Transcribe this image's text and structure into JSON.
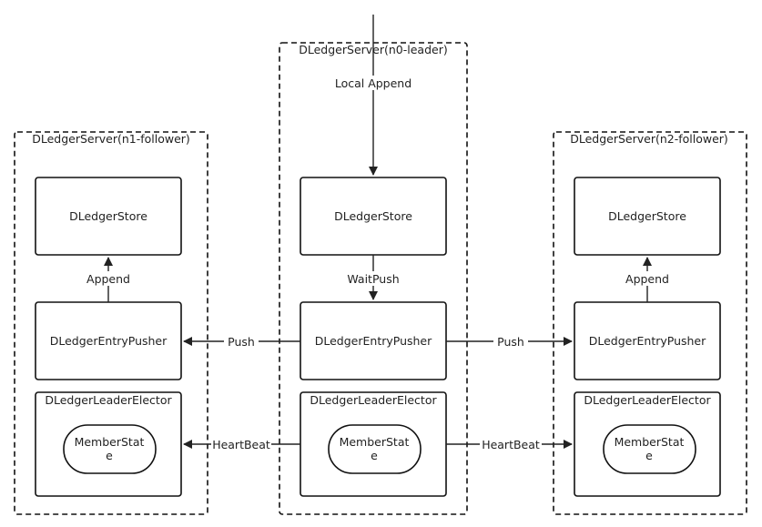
{
  "servers": {
    "n1": {
      "title": "DLedgerServer(n1-follower)",
      "store": "DLedgerStore",
      "pusher": "DLedgerEntryPusher",
      "elector": "DLedgerLeaderElector",
      "member_state_line1": "MemberStat",
      "member_state_line2": "e",
      "append_label": "Append"
    },
    "n0": {
      "title": "DLedgerServer(n0-leader)",
      "store": "DLedgerStore",
      "pusher": "DLedgerEntryPusher",
      "elector": "DLedgerLeaderElector",
      "member_state_line1": "MemberStat",
      "member_state_line2": "e",
      "local_append_label": "Local Append",
      "waitpush_label": "WaitPush"
    },
    "n2": {
      "title": "DLedgerServer(n2-follower)",
      "store": "DLedgerStore",
      "pusher": "DLedgerEntryPusher",
      "elector": "DLedgerLeaderElector",
      "member_state_line1": "MemberStat",
      "member_state_line2": "e",
      "append_label": "Append"
    }
  },
  "edges": {
    "push_left": "Push",
    "push_right": "Push",
    "heartbeat_left": "HeartBeat",
    "heartbeat_right": "HeartBeat"
  }
}
